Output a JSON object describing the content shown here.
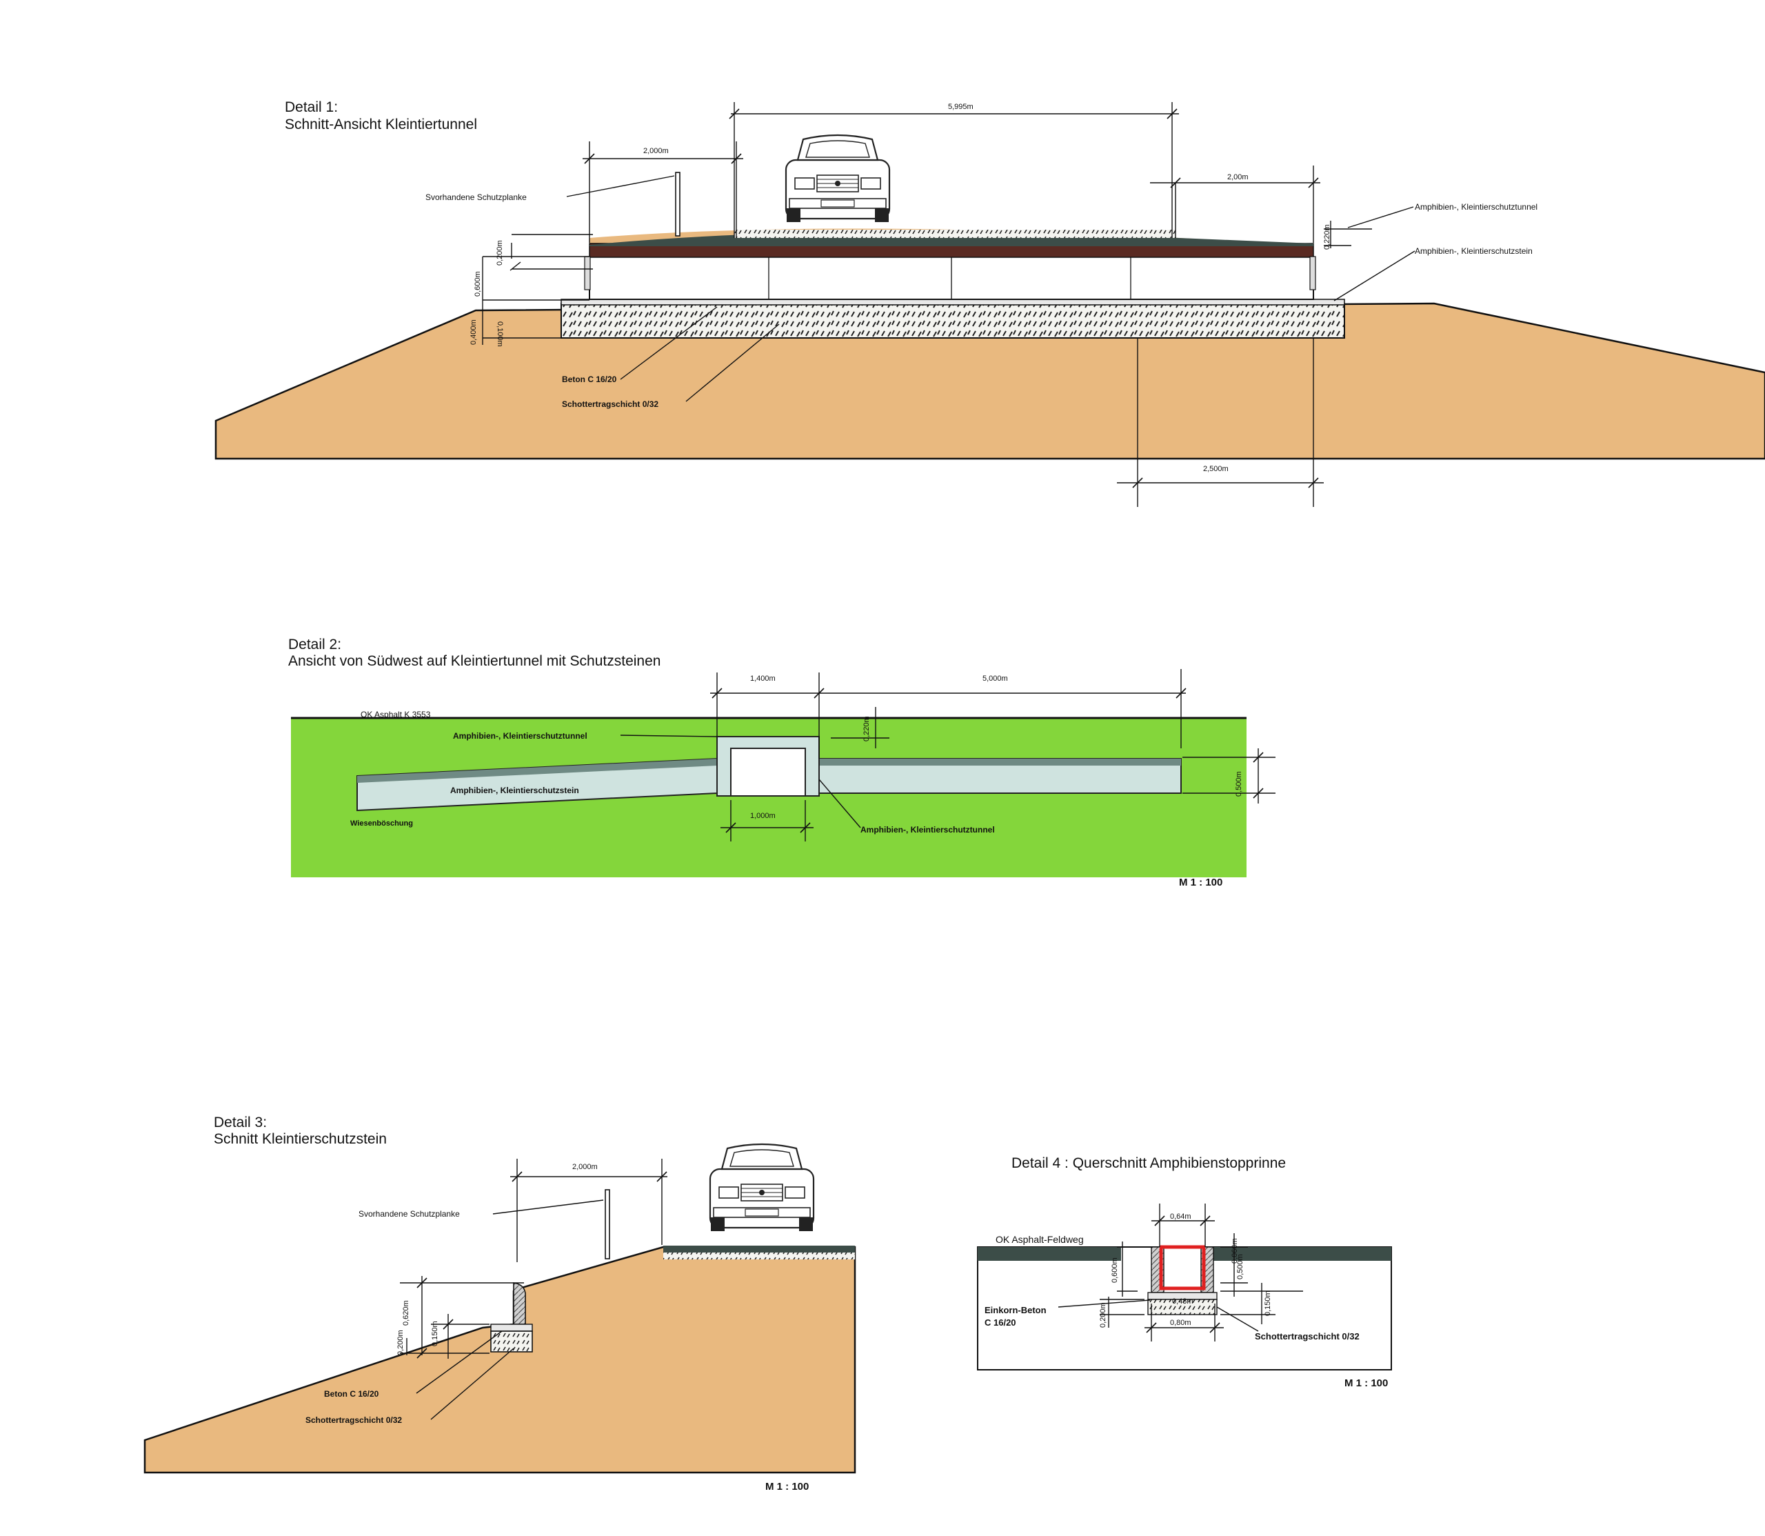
{
  "detail1": {
    "title": "Detail 1:",
    "subtitle": "Schnitt-Ansicht Kleintiertunnel",
    "labels": {
      "guardrail": "Svorhandene Schutzplanke",
      "tunnel": "Amphibien-, Kleintierschutztunnel",
      "stone": "Amphibien-, Kleintierschutzstein",
      "concrete": "Beton C 16/20",
      "gravel": "Schottertragschicht 0/32"
    },
    "dims": {
      "top": "5,995m",
      "left": "2,000m",
      "right": "2,00m",
      "bottom": "2,500m",
      "v_200": "0,200m",
      "v_600": "0,600m",
      "v_100": "0,100m",
      "v_400": "0,400m",
      "v_220": "0,220m"
    }
  },
  "detail2": {
    "title": "Detail 2:",
    "subtitle": "Ansicht von Südwest auf Kleintiertunnel mit Schutzsteinen",
    "labels": {
      "asphalt": "OK Asphalt  K 3553",
      "tunnel_top": "Amphibien-, Kleintierschutztunnel",
      "stone": "Amphibien-, Kleintierschutzstein",
      "slope": "Wiesenböschung",
      "tunnel_bottom": "Amphibien-, Kleintierschutztunnel"
    },
    "dims": {
      "w_1400": "1,400m",
      "w_5000": "5,000m",
      "w_1000": "1,000m",
      "v_220": "0,220m",
      "v_500": "0,500m"
    },
    "scale": "M 1 : 100"
  },
  "detail3": {
    "title": "Detail 3:",
    "subtitle": "Schnitt Kleintierschutzstein",
    "labels": {
      "guardrail": "Svorhandene Schutzplanke",
      "concrete": "Beton C 16/20",
      "gravel": "Schottertragschicht 0/32"
    },
    "dims": {
      "w_2000": "2,000m",
      "v_620": "0,620m",
      "v_200": "0,200m",
      "v_150": "0,150m"
    },
    "scale": "M 1 : 100"
  },
  "detail4": {
    "title": "Detail 4 : Querschnitt Amphibienstopprinne",
    "labels": {
      "asphalt": "OK Asphalt-Feldweg",
      "concrete_1": "Einkorn-Beton",
      "concrete_2": "C 16/20",
      "gravel": "Schottertragschicht 0/32"
    },
    "dims": {
      "w_064": "0,64m",
      "w_048": "0,48m",
      "w_080": "0,80m",
      "v_600": "0,600m",
      "v_500": "0,500m",
      "v_060": "0,060m",
      "v_150": "0,150m",
      "v_200": "0,200m"
    },
    "scale": "M 1 : 100"
  },
  "colors": {
    "earth": "#e9b97f",
    "grass": "#84d63b",
    "asphalt": "#3c4d48",
    "tunnel_roof": "#5a2a22",
    "gravel": "#f4f4f0",
    "stone_fill": "#cfe3df",
    "channel_red": "#e02020"
  }
}
